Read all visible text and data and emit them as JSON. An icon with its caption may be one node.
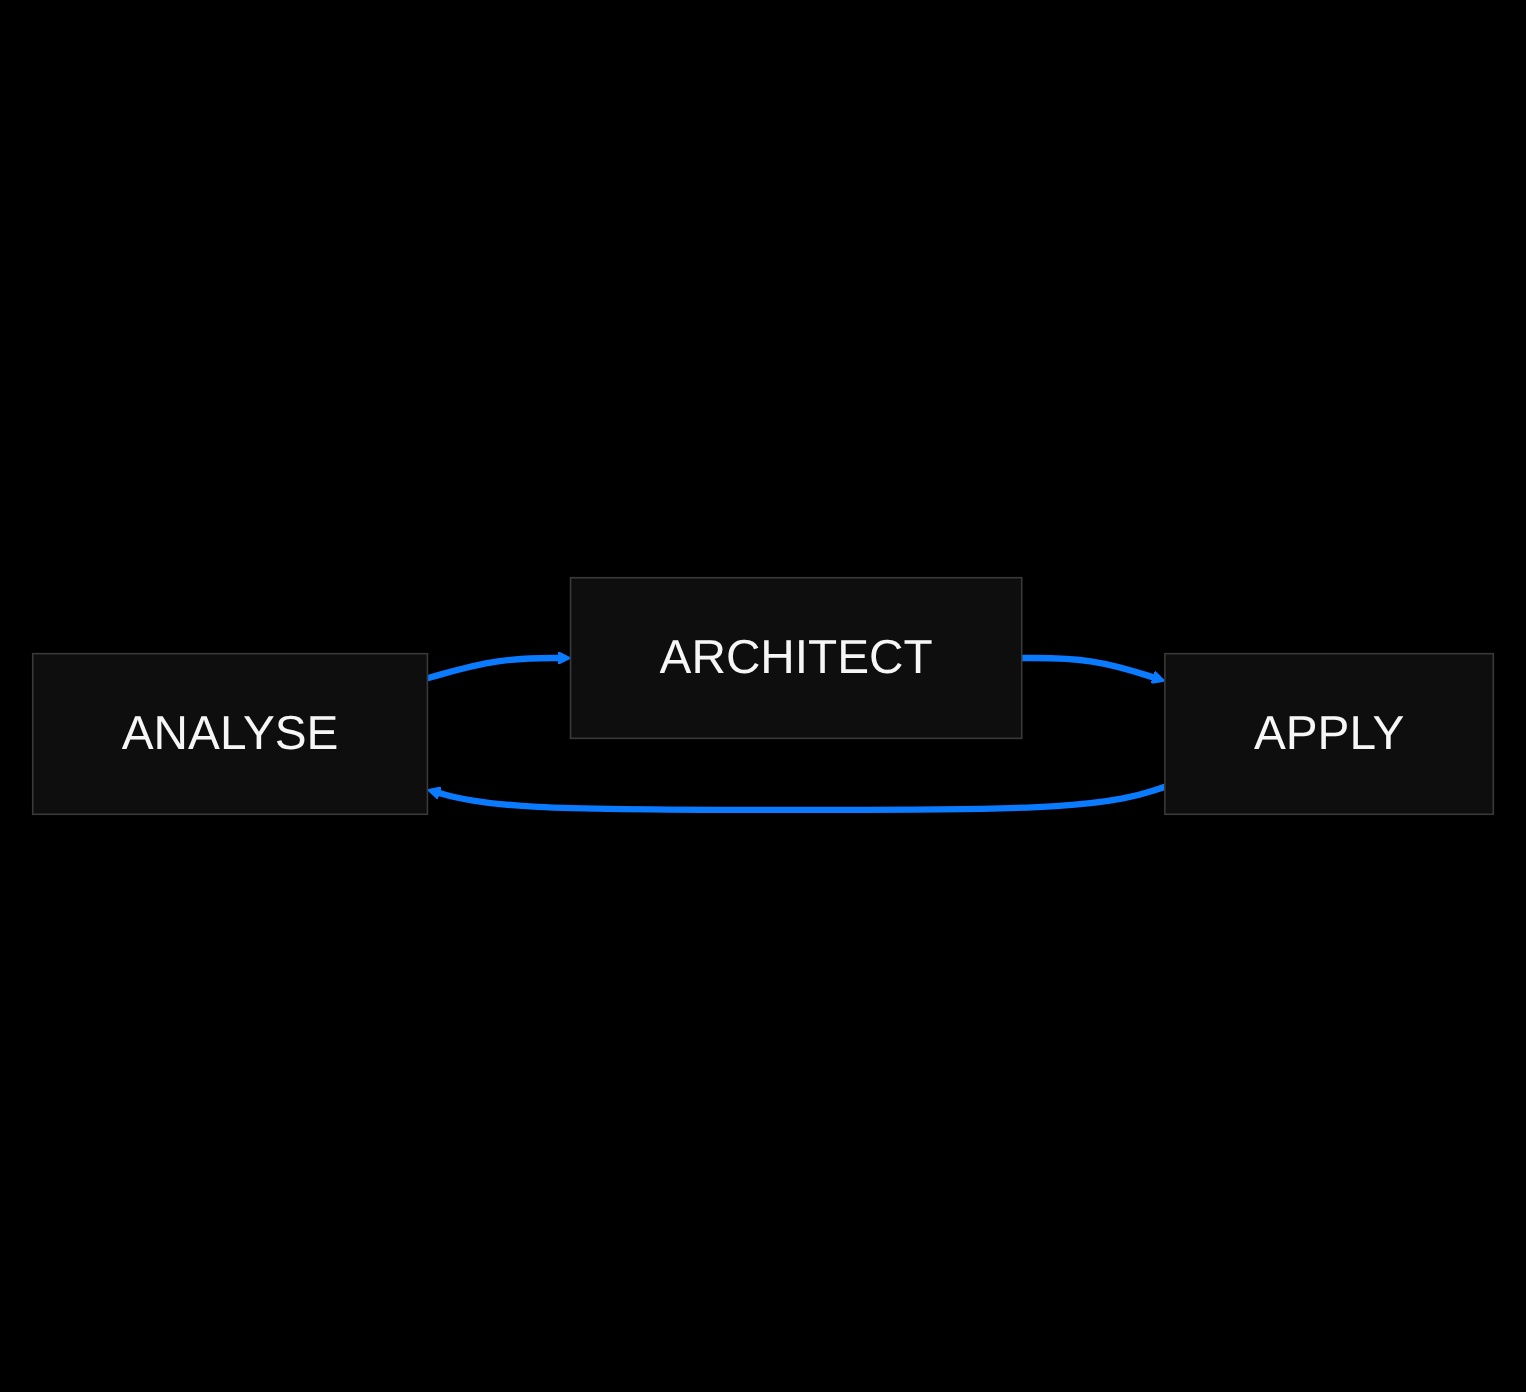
{
  "diagram": {
    "nodes": [
      {
        "text": [
          "ANALYSE"
        ]
      },
      {
        "text": [
          "ARCHITECT"
        ]
      },
      {
        "text": [
          "APPLY"
        ]
      }
    ],
    "edges": [
      {
        "from": 0,
        "to": 1,
        "arrow": "to"
      },
      {
        "from": 1,
        "to": 2,
        "arrow": "to"
      },
      {
        "from": 2,
        "to": 0,
        "arrow": "to"
      }
    ]
  }
}
